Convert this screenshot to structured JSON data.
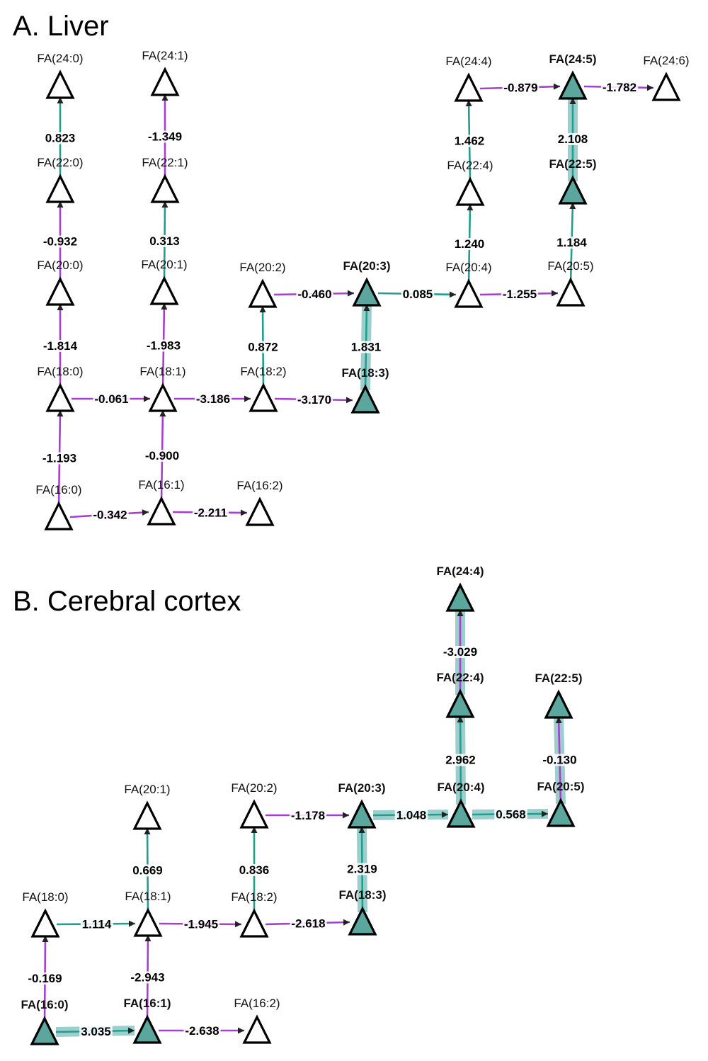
{
  "colors": {
    "positive": "#1f9e91",
    "negative": "#a63fd1",
    "highlight": "#9ccfcc",
    "filled_node": "#5ba79e",
    "node_stroke": "#000000",
    "empty_node": "#ffffff"
  },
  "panels": [
    {
      "id": "liver",
      "title": "A. Liver",
      "nodes": [
        {
          "id": "A-24-0",
          "label": "FA(24:0)",
          "filled": false
        },
        {
          "id": "A-24-1",
          "label": "FA(24:1)",
          "filled": false
        },
        {
          "id": "A-24-4",
          "label": "FA(24:4)",
          "filled": false
        },
        {
          "id": "A-24-5",
          "label": "FA(24:5)",
          "filled": true
        },
        {
          "id": "A-24-6",
          "label": "FA(24:6)",
          "filled": false
        },
        {
          "id": "A-22-0",
          "label": "FA(22:0)",
          "filled": false
        },
        {
          "id": "A-22-1",
          "label": "FA(22:1)",
          "filled": false
        },
        {
          "id": "A-22-4",
          "label": "FA(22:4)",
          "filled": false
        },
        {
          "id": "A-22-5",
          "label": "FA(22:5)",
          "filled": true
        },
        {
          "id": "A-20-0",
          "label": "FA(20:0)",
          "filled": false
        },
        {
          "id": "A-20-1",
          "label": "FA(20:1)",
          "filled": false
        },
        {
          "id": "A-20-2",
          "label": "FA(20:2)",
          "filled": false
        },
        {
          "id": "A-20-3",
          "label": "FA(20:3)",
          "filled": true
        },
        {
          "id": "A-20-4",
          "label": "FA(20:4)",
          "filled": false
        },
        {
          "id": "A-20-5",
          "label": "FA(20:5)",
          "filled": false
        },
        {
          "id": "A-18-0",
          "label": "FA(18:0)",
          "filled": false
        },
        {
          "id": "A-18-1",
          "label": "FA(18:1)",
          "filled": false
        },
        {
          "id": "A-18-2",
          "label": "FA(18:2)",
          "filled": false
        },
        {
          "id": "A-18-3",
          "label": "FA(18:3)",
          "filled": true
        },
        {
          "id": "A-16-0",
          "label": "FA(16:0)",
          "filled": false
        },
        {
          "id": "A-16-1",
          "label": "FA(16:1)",
          "filled": false
        },
        {
          "id": "A-16-2",
          "label": "FA(16:2)",
          "filled": false
        }
      ],
      "edges": [
        {
          "from": "A-22-0",
          "to": "A-24-0",
          "value": "0.823",
          "highlight": false
        },
        {
          "from": "A-22-1",
          "to": "A-24-1",
          "value": "-1.349",
          "highlight": false
        },
        {
          "from": "A-22-4",
          "to": "A-24-4",
          "value": "1.462",
          "highlight": false
        },
        {
          "from": "A-24-4",
          "to": "A-24-5",
          "value": "-0.879",
          "highlight": false
        },
        {
          "from": "A-24-5",
          "to": "A-24-6",
          "value": "-1.782",
          "highlight": false
        },
        {
          "from": "A-22-5",
          "to": "A-24-5",
          "value": "2.108",
          "highlight": true
        },
        {
          "from": "A-20-0",
          "to": "A-22-0",
          "value": "-0.932",
          "highlight": false
        },
        {
          "from": "A-20-1",
          "to": "A-22-1",
          "value": "0.313",
          "highlight": false
        },
        {
          "from": "A-20-4",
          "to": "A-22-4",
          "value": "1.240",
          "highlight": false
        },
        {
          "from": "A-20-5",
          "to": "A-22-5",
          "value": "1.184",
          "highlight": false
        },
        {
          "from": "A-20-2",
          "to": "A-20-3",
          "value": "-0.460",
          "highlight": false
        },
        {
          "from": "A-20-3",
          "to": "A-20-4",
          "value": "0.085",
          "highlight": false
        },
        {
          "from": "A-20-4",
          "to": "A-20-5",
          "value": "-1.255",
          "highlight": false
        },
        {
          "from": "A-18-0",
          "to": "A-20-0",
          "value": "-1.814",
          "highlight": false
        },
        {
          "from": "A-18-1",
          "to": "A-20-1",
          "value": "-1.983",
          "highlight": false
        },
        {
          "from": "A-18-2",
          "to": "A-20-2",
          "value": "0.872",
          "highlight": false
        },
        {
          "from": "A-18-3",
          "to": "A-20-3",
          "value": "1.831",
          "highlight": true
        },
        {
          "from": "A-18-0",
          "to": "A-18-1",
          "value": "-0.061",
          "highlight": false
        },
        {
          "from": "A-18-1",
          "to": "A-18-2",
          "value": "-3.186",
          "highlight": false
        },
        {
          "from": "A-18-2",
          "to": "A-18-3",
          "value": "-3.170",
          "highlight": false
        },
        {
          "from": "A-16-0",
          "to": "A-18-0",
          "value": "-1.193",
          "highlight": false
        },
        {
          "from": "A-16-1",
          "to": "A-18-1",
          "value": "-0.900",
          "highlight": false
        },
        {
          "from": "A-16-0",
          "to": "A-16-1",
          "value": "-0.342",
          "highlight": false
        },
        {
          "from": "A-16-1",
          "to": "A-16-2",
          "value": "-2.211",
          "highlight": false
        }
      ]
    },
    {
      "id": "cortex",
      "title": "B. Cerebral cortex",
      "nodes": [
        {
          "id": "B-24-4",
          "label": "FA(24:4)",
          "filled": true
        },
        {
          "id": "B-22-4",
          "label": "FA(22:4)",
          "filled": true
        },
        {
          "id": "B-22-5",
          "label": "FA(22:5)",
          "filled": true
        },
        {
          "id": "B-20-1",
          "label": "FA(20:1)",
          "filled": false
        },
        {
          "id": "B-20-2",
          "label": "FA(20:2)",
          "filled": false
        },
        {
          "id": "B-20-3",
          "label": "FA(20:3)",
          "filled": true
        },
        {
          "id": "B-20-4",
          "label": "FA(20:4)",
          "filled": true
        },
        {
          "id": "B-20-5",
          "label": "FA(20:5)",
          "filled": true
        },
        {
          "id": "B-18-0",
          "label": "FA(18:0)",
          "filled": false
        },
        {
          "id": "B-18-1",
          "label": "FA(18:1)",
          "filled": false
        },
        {
          "id": "B-18-2",
          "label": "FA(18:2)",
          "filled": false
        },
        {
          "id": "B-18-3",
          "label": "FA(18:3)",
          "filled": true
        },
        {
          "id": "B-16-0",
          "label": "FA(16:0)",
          "filled": true
        },
        {
          "id": "B-16-1",
          "label": "FA(16:1)",
          "filled": true
        },
        {
          "id": "B-16-2",
          "label": "FA(16:2)",
          "filled": false
        }
      ],
      "edges": [
        {
          "from": "B-22-4",
          "to": "B-24-4",
          "value": "-3.029",
          "highlight": true
        },
        {
          "from": "B-20-4",
          "to": "B-22-4",
          "value": "2.962",
          "highlight": true
        },
        {
          "from": "B-20-5",
          "to": "B-22-5",
          "value": "-0.130",
          "highlight": true
        },
        {
          "from": "B-20-2",
          "to": "B-20-3",
          "value": "-1.178",
          "highlight": false
        },
        {
          "from": "B-20-3",
          "to": "B-20-4",
          "value": "1.048",
          "highlight": true
        },
        {
          "from": "B-20-4",
          "to": "B-20-5",
          "value": "0.568",
          "highlight": true
        },
        {
          "from": "B-18-1",
          "to": "B-20-1",
          "value": "0.669",
          "highlight": false
        },
        {
          "from": "B-18-2",
          "to": "B-20-2",
          "value": "0.836",
          "highlight": false
        },
        {
          "from": "B-18-3",
          "to": "B-20-3",
          "value": "2.319",
          "highlight": true
        },
        {
          "from": "B-18-0",
          "to": "B-18-1",
          "value": "1.114",
          "highlight": false
        },
        {
          "from": "B-18-1",
          "to": "B-18-2",
          "value": "-1.945",
          "highlight": false
        },
        {
          "from": "B-18-2",
          "to": "B-18-3",
          "value": "-2.618",
          "highlight": false
        },
        {
          "from": "B-16-0",
          "to": "B-18-0",
          "value": "-0.169",
          "highlight": false
        },
        {
          "from": "B-16-1",
          "to": "B-18-1",
          "value": "-2.943",
          "highlight": false
        },
        {
          "from": "B-16-0",
          "to": "B-16-1",
          "value": "3.035",
          "highlight": true
        },
        {
          "from": "B-16-1",
          "to": "B-16-2",
          "value": "-2.638",
          "highlight": false
        }
      ]
    }
  ]
}
